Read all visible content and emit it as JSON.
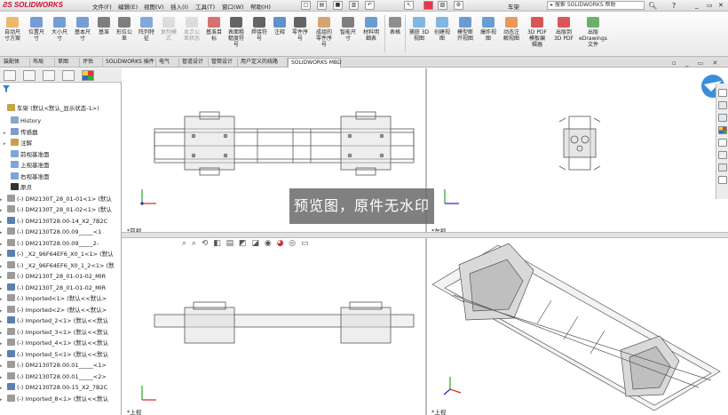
{
  "menu": {
    "logo": "SOLIDWORKS",
    "items": [
      "文件(F)",
      "编辑(E)",
      "视图(V)",
      "插入(I)",
      "工具(T)",
      "窗口(W)",
      "帮助(H)"
    ],
    "doc_title": "车架",
    "search_placeholder": "搜索 SOLIDWORKS 帮助",
    "help": "?"
  },
  "toolbar": {
    "buttons": [
      "自动尺\n寸方案",
      "位置尺\n寸",
      "大小尺\n寸",
      "基本尺\n寸",
      "基准",
      "形位公\n差",
      "阵列特\n征",
      "复制模\n式",
      "显示公\n差状态",
      "基准目\n标",
      "表面粗\n糙度符\n号",
      "焊接符\n号",
      "注释",
      "零件序\n号",
      "成组的\n零件序\n号",
      "智能尺\n寸",
      "材料明\n细表",
      "表格",
      "捕获 3D\n视图",
      "创建视\n图",
      "模型断\n开视图",
      "爆炸视\n图",
      "动态注\n解视图",
      "3D PDF\n模板编\n辑器",
      "出版到\n3D PDF",
      "出版\neDrawings\n文件"
    ]
  },
  "tabs": [
    "装配体",
    "布局",
    "草图",
    "评估",
    "SOLIDWORKS 插件",
    "电气",
    "管道设计",
    "管筒设计",
    "用户定义的线路",
    "SOLIDWORKS MBD"
  ],
  "active_tab": "SOLIDWORKS MBD",
  "tree": {
    "root": "车架 (默认<默认_显示状态-1>)",
    "items": [
      "History",
      "传感器",
      "注解",
      "前视基准面",
      "上视基准面",
      "右视基准面",
      "原点",
      "(-) DM2130T_28_01-01<1> (默认",
      "(-) DM2130T_28_01-02<1> (默认",
      "(-) DM2130T28.00-14_X2_7B2C",
      "(-) DM2130T28.00.09_____<1",
      "(-) DM2130T28.00.09_____2-",
      "(-) _X2_96F64EF6_X0_1<1> (默认",
      "(-) _X2_96F64EF6_X0_1_2<1> (默",
      "(-) DM2130T_28_01-01-02_MIR",
      "(-) DM2130T_28_01-01-02_MIR",
      "(-) Imported<1> (默认<<默认>",
      "(-) Imported<2> (默认<<默认>",
      "(-) Imported_2<1> (默认<<默认",
      "(-) Imported_3<1> (默认<<默认",
      "(-) Imported_4<1> (默认<<默认",
      "(-) Imported_5<1> (默认<<默认",
      "(-) DM2130T28.00.01_____<1>",
      "(-) DM2130T28.00.01_____<2>",
      "(-) DM2130T28.00-15_X2_7B2C",
      "(-) Imported_8<1> (默认<<默认"
    ]
  },
  "viewports": {
    "front": "*前视",
    "left": "*左视",
    "top": "*上视",
    "iso": "*上视"
  },
  "watermark": "预览图，原件无水印",
  "colors": {
    "accent": "#1d5fa8",
    "logo_red": "#c8102e",
    "model_line": "#555555"
  }
}
